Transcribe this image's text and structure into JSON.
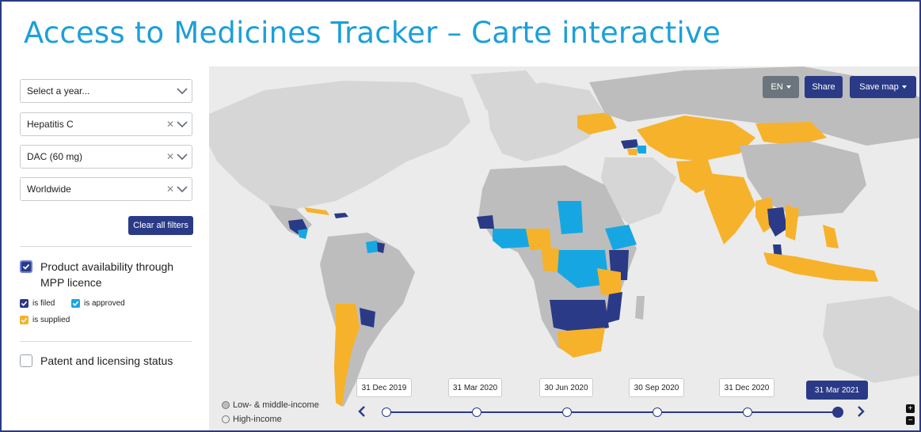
{
  "header": {
    "title": "Access to Medicines Tracker – Carte interactive"
  },
  "filters": {
    "year": {
      "value": "Select a year..."
    },
    "disease": {
      "value": "Hepatitis C"
    },
    "product": {
      "value": "DAC (60 mg)"
    },
    "region": {
      "value": "Worldwide"
    },
    "clear_label": "Clear all filters"
  },
  "layers": {
    "mpp": {
      "label_line1": "Product availability through",
      "label_line2": "MPP licence",
      "checked": true,
      "legend": [
        {
          "label": "is filed",
          "color": "#2a3a86"
        },
        {
          "label": "is approved",
          "color": "#16a7e3"
        },
        {
          "label": "is supplied",
          "color": "#f6b22a"
        }
      ]
    },
    "patent": {
      "label": "Patent and licensing status",
      "checked": false
    }
  },
  "map_controls": {
    "language": "EN",
    "share": "Share",
    "save": "Save map"
  },
  "income_legend": {
    "low_middle": "Low- & middle-income",
    "high": "High-income"
  },
  "timeline": {
    "dates": [
      "31 Dec 2019",
      "31 Mar 2020",
      "30 Jun 2020",
      "30 Sep 2020",
      "31 Dec 2020",
      "31 Mar 2021"
    ],
    "active_index": 5
  },
  "colors": {
    "filed": "#2a3a86",
    "approved": "#16a7e3",
    "supplied": "#f6b22a",
    "lmic": "#bdbdbd",
    "hic": "#d6d6d6",
    "ocean": "#ebebeb",
    "title": "#1d9fd8"
  },
  "icons": {
    "dropdown": "chevron-down-icon",
    "clear": "close-icon",
    "check": "check-icon",
    "prev": "chevron-left-icon",
    "next": "chevron-right-icon",
    "zoom_in": "plus-icon",
    "zoom_out": "minus-icon"
  }
}
